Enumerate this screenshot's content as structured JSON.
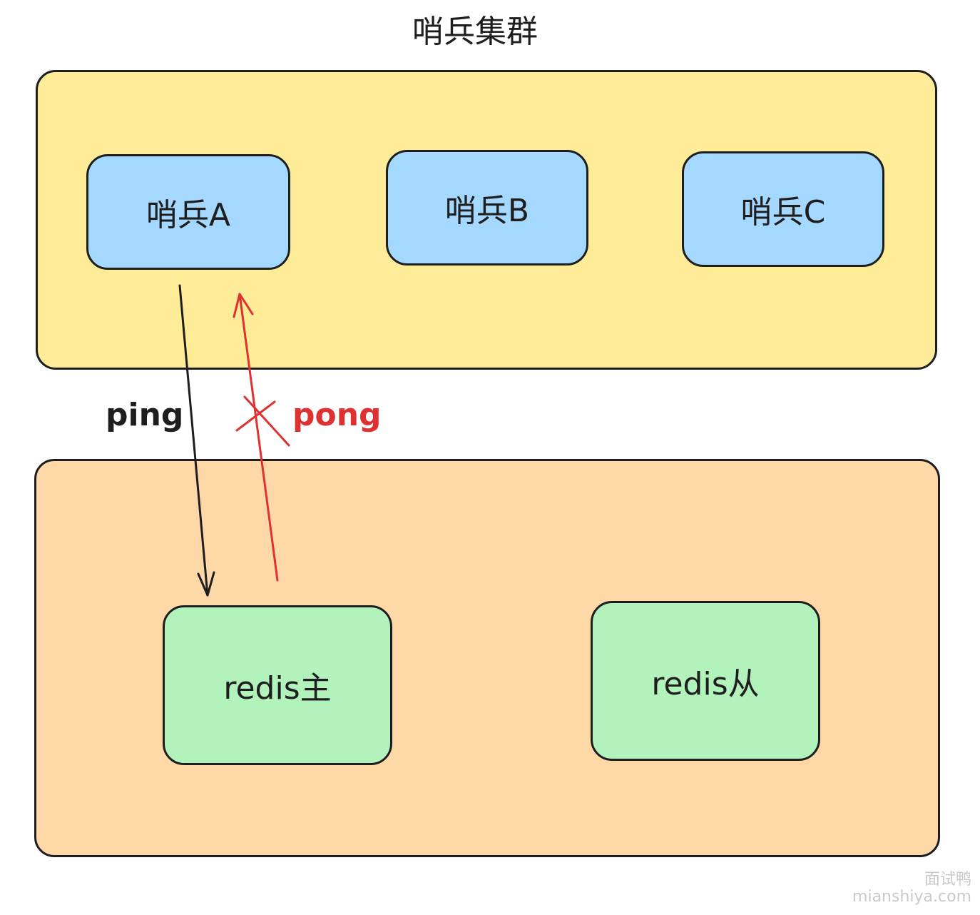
{
  "diagram": {
    "title": "哨兵集群",
    "sentinels": [
      {
        "label": "哨兵A"
      },
      {
        "label": "哨兵B"
      },
      {
        "label": "哨兵C"
      }
    ],
    "redis_nodes": [
      {
        "label": "redis主"
      },
      {
        "label": "redis从"
      }
    ],
    "edges": {
      "ping_label": "ping",
      "pong_label": "pong"
    },
    "colors": {
      "sentinel_group_fill": "#ffec99",
      "redis_group_fill": "#ffd8a8",
      "sentinel_fill": "#a5d8ff",
      "redis_fill": "#b2f2bb",
      "ping_color": "#1e1e1e",
      "pong_color": "#e03131"
    }
  },
  "watermark": {
    "brand": "面试鸭",
    "url": "mianshiya.com"
  }
}
